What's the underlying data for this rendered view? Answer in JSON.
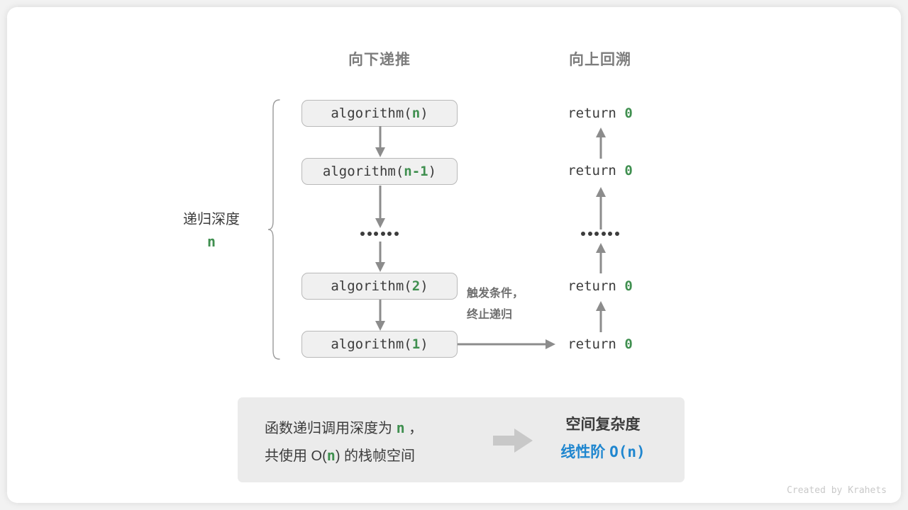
{
  "columns": {
    "left_heading": "向下递推",
    "right_heading": "向上回溯"
  },
  "depth_label": {
    "title": "递归深度",
    "value": "n"
  },
  "call_stack": [
    {
      "fn": "algorithm(",
      "arg": "n",
      "close": ")"
    },
    {
      "fn": "algorithm(",
      "arg": "n-1",
      "close": ")"
    },
    {
      "fn": "algorithm(",
      "arg": "2",
      "close": ")"
    },
    {
      "fn": "algorithm(",
      "arg": "1",
      "close": ")"
    }
  ],
  "ellipsis_dots": 6,
  "returns": [
    {
      "keyword": "return",
      "value": "0"
    },
    {
      "keyword": "return",
      "value": "0"
    },
    {
      "keyword": "return",
      "value": "0"
    },
    {
      "keyword": "return",
      "value": "0"
    }
  ],
  "trigger_note": {
    "line1": "触发条件，",
    "line2": "终止递归"
  },
  "summary": {
    "left_line1_pre": "函数递归调用深度为 ",
    "left_line1_var": "n",
    "left_line1_post": " ，",
    "left_line2_pre": "共使用 O(",
    "left_line2_var": "n",
    "left_line2_post": ") 的栈帧空间",
    "right_title": "空间复杂度",
    "right_order": "线性阶",
    "right_notation": "O(n)"
  },
  "footer": "Created by Krahets",
  "colors": {
    "accent_green": "#3f8f4f",
    "accent_blue": "#1f86cf",
    "arrow_gray": "#8c8c8c",
    "box_fill": "#f0f0f0",
    "box_border": "#b9b9b9",
    "panel_fill": "#ebebeb",
    "heading_gray": "#7d7d7d"
  }
}
